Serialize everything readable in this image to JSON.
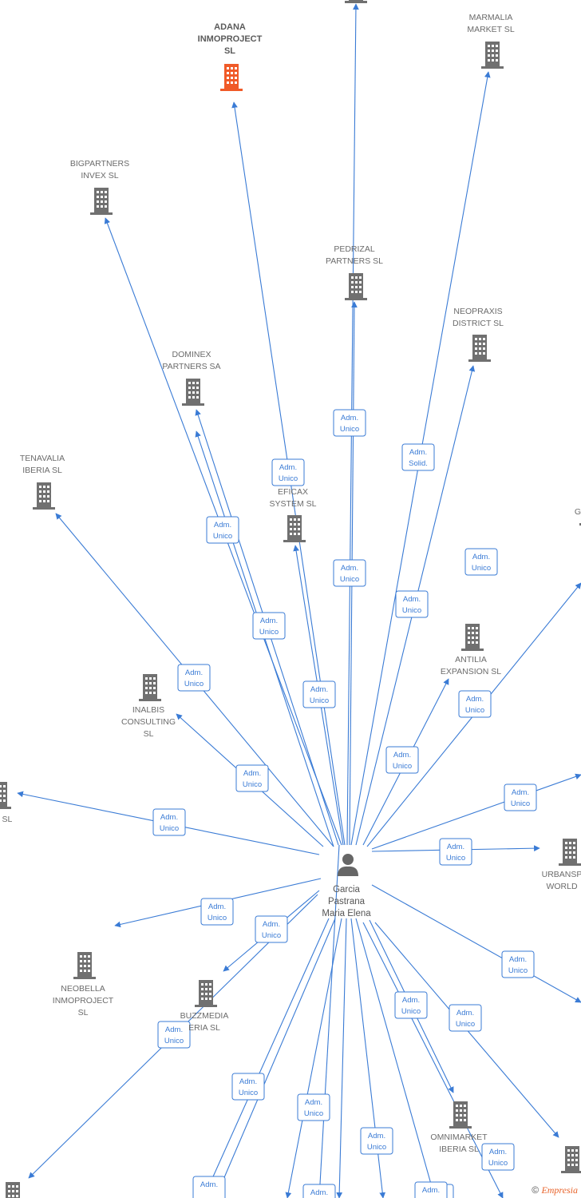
{
  "colors": {
    "edge": "#3a7bd5",
    "company": "#707070",
    "highlight": "#f05a28",
    "person": "#666666"
  },
  "person": {
    "lines": [
      "Garcia",
      "Pastrana",
      "Maria Elena"
    ],
    "icon": "person-icon"
  },
  "companies": [
    {
      "id": "adana",
      "lines": [
        "ADANA",
        "INMOPROJECT",
        "SL"
      ],
      "highlight": true
    },
    {
      "id": "marmalia",
      "lines": [
        "MARMALIA",
        "MARKET  SL"
      ]
    },
    {
      "id": "bigpartners",
      "lines": [
        "BIGPARTNERS",
        "INVEX  SL"
      ]
    },
    {
      "id": "pedrizal",
      "lines": [
        "PEDRIZAL",
        "PARTNERS  SL"
      ]
    },
    {
      "id": "neopraxis",
      "lines": [
        "NEOPRAXIS",
        "DISTRICT  SL"
      ]
    },
    {
      "id": "dominex",
      "lines": [
        "DOMINEX",
        "PARTNERS SA"
      ]
    },
    {
      "id": "tenavalia",
      "lines": [
        "TENAVALIA",
        "IBERIA  SL"
      ]
    },
    {
      "id": "eficax",
      "lines": [
        "EFICAX",
        "SYSTEM SL"
      ]
    },
    {
      "id": "antilia",
      "lines": [
        "ANTILIA",
        "EXPANSION  SL"
      ]
    },
    {
      "id": "inalbis",
      "lines": [
        "INALBIS",
        "CONSULTING",
        "SL"
      ]
    },
    {
      "id": "leftcut",
      "lines": [
        "S  SL"
      ]
    },
    {
      "id": "urbansp",
      "lines": [
        "URBANSP",
        "WORLD"
      ]
    },
    {
      "id": "neobella",
      "lines": [
        "NEOBELLA",
        "INMOPROJECT",
        "SL"
      ]
    },
    {
      "id": "buzzmedia",
      "lines": [
        "BUZZMEDIA",
        "ERIA  SL"
      ]
    },
    {
      "id": "omnimarket",
      "lines": [
        "OMNIMARKET",
        "IBERIA  SL"
      ]
    },
    {
      "id": "rightg",
      "lines": [
        "G"
      ]
    },
    {
      "id": "topcut",
      "lines": []
    },
    {
      "id": "bottomright",
      "lines": []
    },
    {
      "id": "bottomleft",
      "lines": []
    }
  ],
  "roles": [
    [
      "Adm.",
      "Unico"
    ],
    [
      "Adm.",
      "Unico"
    ],
    [
      "Adm.",
      "Solid."
    ],
    [
      "Adm.",
      "Unico"
    ],
    [
      "Adm.",
      "Unico"
    ],
    [
      "Adm.",
      "Unico"
    ],
    [
      "Adm.",
      "Unico"
    ],
    [
      "Adm.",
      "Unico"
    ],
    [
      "Adm.",
      "Unico"
    ],
    [
      "Adm.",
      "Unico"
    ],
    [
      "Adm.",
      "Unico"
    ],
    [
      "Adm.",
      "Unico"
    ],
    [
      "Adm.",
      "Unico"
    ],
    [
      "Adm.",
      "Unico"
    ],
    [
      "Adm.",
      "Unico"
    ],
    [
      "Adm.",
      "Unico"
    ],
    [
      "Adm.",
      "Unico"
    ],
    [
      "Adm.",
      "Unico"
    ],
    [
      "Adm.",
      "Unico"
    ],
    [
      "Adm.",
      "Unico"
    ],
    [
      "Adm.",
      "Unico"
    ],
    [
      "Adm.",
      "Unico"
    ],
    [
      "Adm.",
      "Unico"
    ],
    [
      "Adm.",
      "Unico"
    ],
    [
      "Adm.",
      "Unico"
    ],
    [
      "Adm.",
      "Unico"
    ],
    [
      "Adm.",
      "Unico"
    ],
    [
      "Adm.",
      "Unico"
    ],
    [
      "Adm.",
      ""
    ],
    [
      "Adm.",
      ""
    ]
  ],
  "footer": {
    "copyright": "©",
    "brand": "Empresia"
  }
}
